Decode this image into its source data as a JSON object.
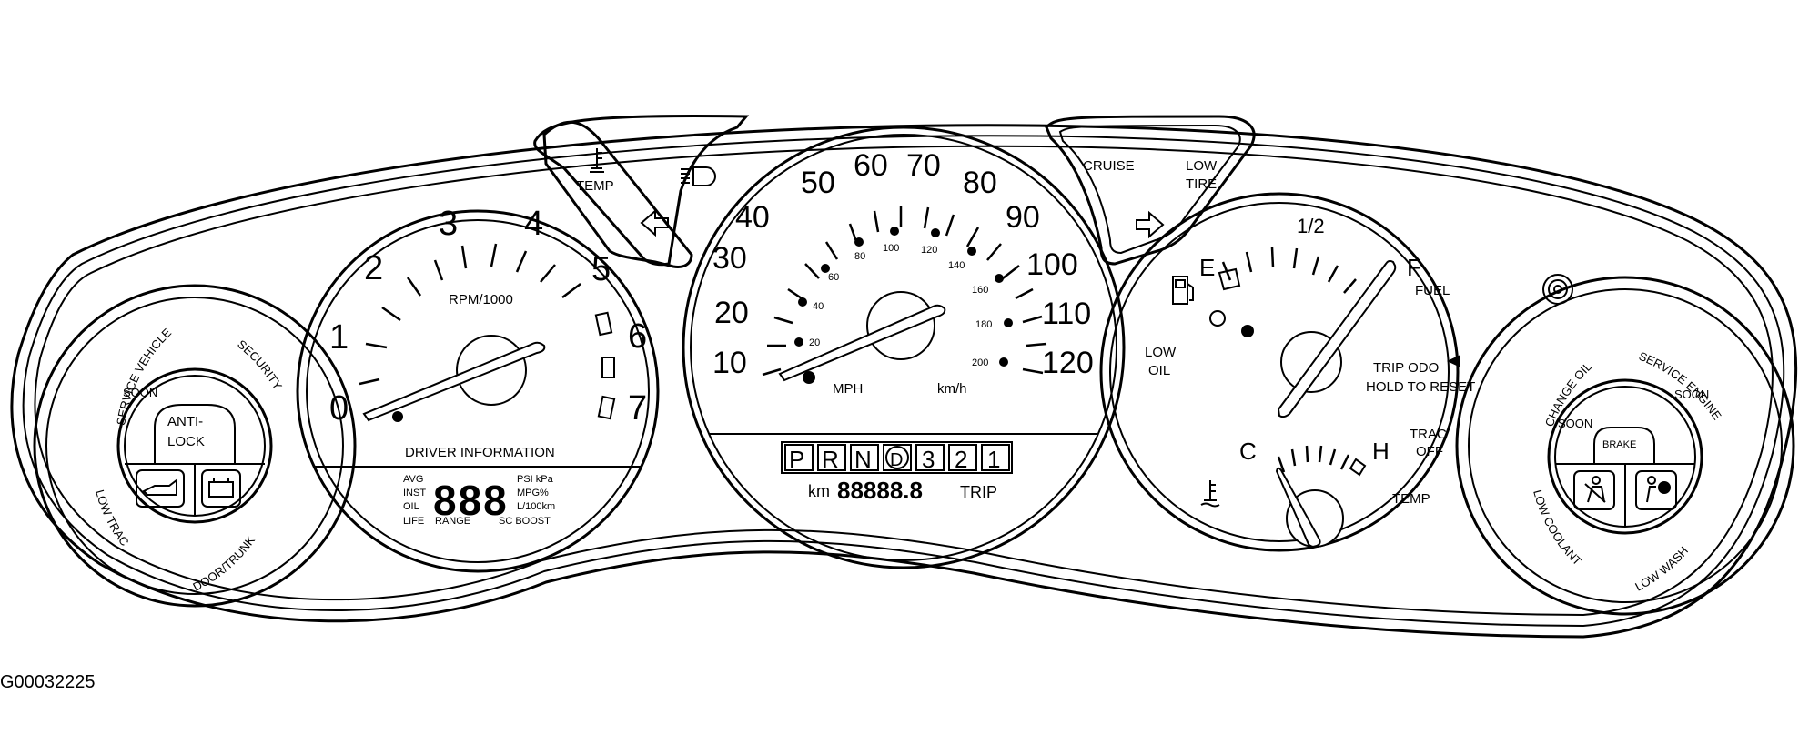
{
  "tach": {
    "numbers": [
      "0",
      "1",
      "2",
      "3",
      "4",
      "5",
      "6",
      "7"
    ],
    "unit": "RPM/1000",
    "header": "DRIVER INFORMATION",
    "display": {
      "left_labels": [
        "AVG",
        "INST",
        "OIL",
        "LIFE"
      ],
      "digits": "888",
      "right_labels": [
        "PSI kPa",
        "MPG%",
        "L/100km"
      ],
      "range": "RANGE",
      "boost": "SC BOOST"
    }
  },
  "left_pod": {
    "center_top": "ANTI-",
    "center_bottom": "LOCK",
    "ring_labels": [
      "SERVICE VEHICLE",
      "SOON",
      "SECURITY",
      "LOW TRAC",
      "DOOR/TRUNK"
    ],
    "icons": [
      "oil-can-icon",
      "battery-icon"
    ]
  },
  "top_left_tab": {
    "temp_label": "TEMP",
    "icons": [
      "temp-icon",
      "headlight-icon",
      "left-turn-arrow-icon"
    ]
  },
  "speedo": {
    "mph": [
      "10",
      "20",
      "30",
      "40",
      "50",
      "60",
      "70",
      "80",
      "90",
      "100",
      "110",
      "120"
    ],
    "kmh": [
      "20",
      "40",
      "60",
      "80",
      "100",
      "120",
      "140",
      "160",
      "180",
      "200"
    ],
    "mph_label": "MPH",
    "kmh_label": "km/h",
    "gears": [
      "P",
      "R",
      "N",
      "D",
      "3",
      "2",
      "1"
    ],
    "selected_gear": "D",
    "odo_unit": "km",
    "odo_digits": "88888.8",
    "trip_label": "TRIP"
  },
  "top_right_tab": {
    "cruise_label": "CRUISE",
    "low_tire_line1": "LOW",
    "low_tire_line2": "TIRE",
    "icons": [
      "right-turn-arrow-icon"
    ]
  },
  "fuel_temp": {
    "half": "1/2",
    "e": "E",
    "f": "F",
    "fuel": "FUEL",
    "low_oil_line1": "LOW",
    "low_oil_line2": "OIL",
    "trip_odo": "TRIP ODO",
    "hold_reset": "HOLD TO RESET",
    "trac_line1": "TRAC",
    "trac_line2": "OFF",
    "c": "C",
    "h": "H",
    "temp": "TEMP",
    "icons": [
      "fuel-pump-icon",
      "coolant-temp-icon",
      "trip-odo-reset-button"
    ]
  },
  "right_pod": {
    "center": "BRAKE",
    "ring_labels": [
      "CHANGE OIL",
      "SOON",
      "SERVICE ENGINE",
      "SOON",
      "LOW COOLANT",
      "LOW WASH"
    ],
    "icons": [
      "seatbelt-icon",
      "airbag-icon"
    ]
  },
  "figure_id": "G00032225"
}
